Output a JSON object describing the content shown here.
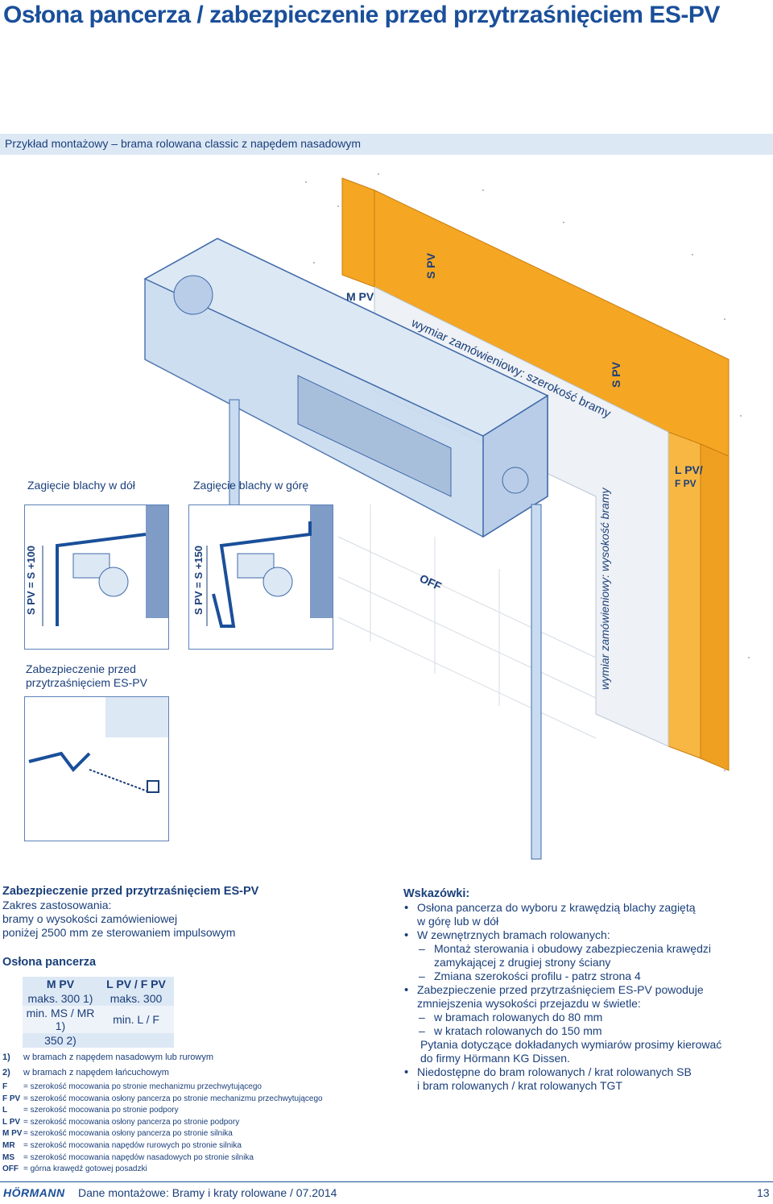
{
  "title": "Osłona pancerza / zabezpieczenie przed przytrzaśnięciem ES-PV",
  "band": "Przykład montażowy – brama rolowana classic z napędem nasadowym",
  "figure": {
    "labels": {
      "m_pv": "M PV",
      "s_pv_top": "S PV",
      "s_pv_right": "S PV",
      "width_dim": "wymiar zamówieniowy: szerokość bramy",
      "height_dim": "wymiar zamówieniowy: wysokość bramy",
      "l_pv": "L PV/",
      "f_pv": "F PV",
      "off": "OFF"
    },
    "inset_down": {
      "title": "Zagięcie blachy w dół",
      "dim": "S PV = S +100"
    },
    "inset_up": {
      "title": "Zagięcie blachy w górę",
      "dim": "S PV = S +150"
    },
    "inset_es": {
      "title_line1": "Zabezpieczenie przed",
      "title_line2": "przytrzaśnięciem ES-PV"
    }
  },
  "left": {
    "heading": "Zabezpieczenie przed przytrzaśnięciem ES-PV",
    "lines": [
      "Zakres zastosowania:",
      "bramy o wysokości zamówieniowej",
      "poniżej 2500 mm ze sterowaniem impulsowym"
    ],
    "section": "Osłona pancerza",
    "table": {
      "headers": [
        "M PV",
        "L PV / F PV"
      ],
      "rows": [
        [
          "maks. 300 1)",
          "maks. 300"
        ],
        [
          "min. MS / MR 1)",
          "min. L / F"
        ],
        [
          "350 2)",
          ""
        ]
      ]
    },
    "notes": [
      {
        "k": "1)",
        "v": "w bramach z napędem nasadowym lub rurowym"
      },
      {
        "k": "2)",
        "v": "w bramach z napędem łańcuchowym"
      }
    ],
    "legend": [
      {
        "k": "F",
        "v": "= szerokość mocowania po stronie mechanizmu przechwytującego"
      },
      {
        "k": "F PV",
        "v": "= szerokość mocowania osłony pancerza po stronie mechanizmu przechwytującego"
      },
      {
        "k": "L",
        "v": "= szerokość mocowania po stronie podpory"
      },
      {
        "k": "L PV",
        "v": "= szerokość mocowania osłony pancerza po stronie podpory"
      },
      {
        "k": "M PV",
        "v": "= szerokość mocowania osłony pancerza po stronie silnika"
      },
      {
        "k": "MR",
        "v": "= szerokość mocowania napędów rurowych po stronie silnika"
      },
      {
        "k": "MS",
        "v": "= szerokość mocowania napędów nasadowych po stronie silnika"
      },
      {
        "k": "OFF",
        "v": "= górna krawędź gotowej posadzki"
      }
    ]
  },
  "right": {
    "heading": "Wskazówki:",
    "items": [
      {
        "t": "b",
        "v": "Osłona pancerza do wyboru z krawędzią blachy zagiętą"
      },
      {
        "t": "c",
        "v": "w górę lub w dół"
      },
      {
        "t": "b",
        "v": "W zewnętrznych bramach rolowanych:"
      },
      {
        "t": "d",
        "v": "Montaż sterowania i obudowy zabezpieczenia krawędzi"
      },
      {
        "t": "c",
        "v": "zamykającej z drugiej strony ściany"
      },
      {
        "t": "d",
        "v": "Zmiana szerokości profilu - patrz strona 4"
      },
      {
        "t": "b",
        "v": "Zabezpieczenie przed przytrzaśnięciem ES-PV powoduje"
      },
      {
        "t": "c",
        "v": "zmniejszenia wysokości przejazdu w świetle:"
      },
      {
        "t": "d",
        "v": "w bramach rolowanych do 80 mm"
      },
      {
        "t": "d",
        "v": "w kratach rolowanych do 150 mm"
      },
      {
        "t": "c",
        "v": "Pytania dotyczące dokładanych wymiarów prosimy kierować"
      },
      {
        "t": "c",
        "v": "do firmy Hörmann KG Dissen."
      },
      {
        "t": "b",
        "v": "Niedostępne do bram rolowanych / krat rolowanych SB"
      },
      {
        "t": "c",
        "v": "i bram rolowanych / krat rolowanych TGT"
      }
    ]
  },
  "footer": {
    "logo": "HÖRMANN",
    "text": "Dane montażowe: Bramy i kraty rolowane / 07.2014",
    "page": "13"
  },
  "colors": {
    "accent": "#1a4f9a",
    "frame": "#f5a623",
    "box": "#c9dbf0",
    "band": "#dde8f5"
  }
}
